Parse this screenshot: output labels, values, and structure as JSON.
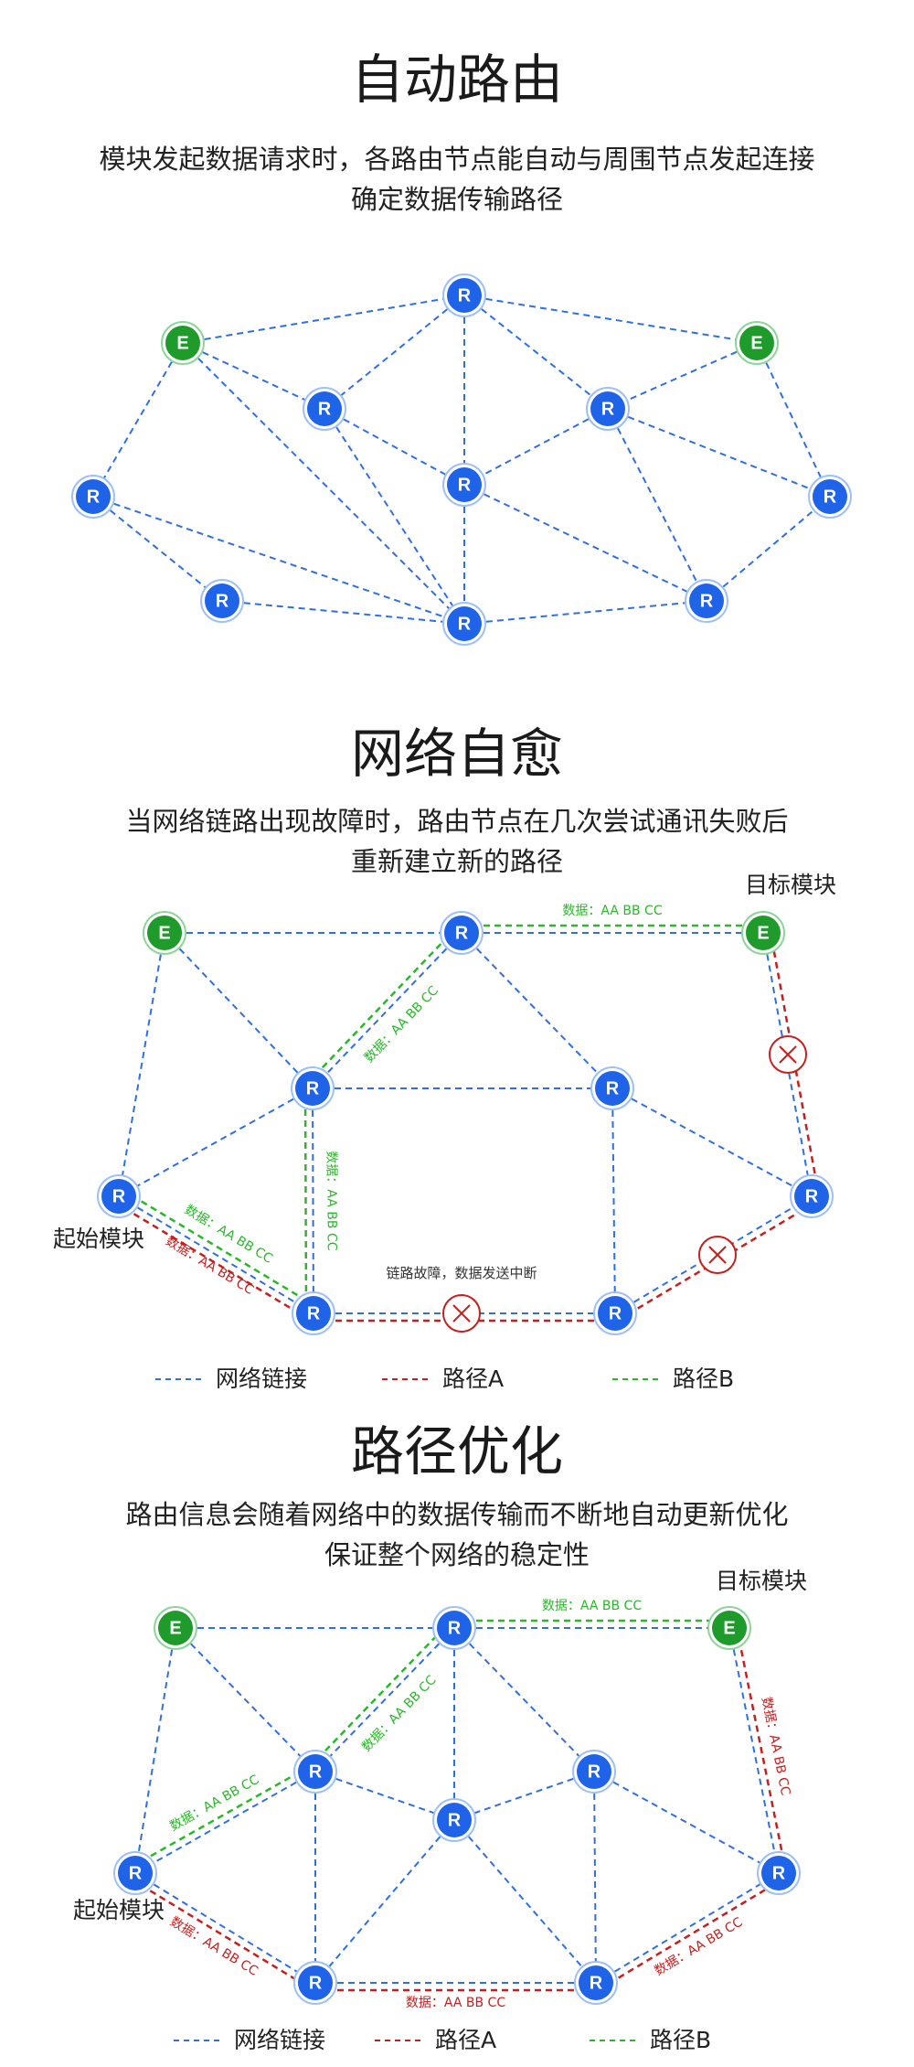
{
  "sections": [
    {
      "title": "自动路由",
      "desc_line1": "模块发起数据请求时，各路由节点能自动与周围节点发起连接",
      "desc_line2": "确定数据传输路径"
    },
    {
      "title": "网络自愈",
      "desc_line1": "当网络链路出现故障时，路由节点在几次尝试通讯失败后",
      "desc_line2": "重新建立新的路径",
      "target_label": "目标模块",
      "start_label": "起始模块",
      "fault_note": "链路故障，数据发送中断"
    },
    {
      "title": "路径优化",
      "desc_line1": "路由信息会随着网络中的数据传输而不断地自动更新优化",
      "desc_line2": "保证整个网络的稳定性",
      "target_label": "目标模块",
      "start_label": "起始模块"
    }
  ],
  "node_labels": {
    "end_device": "E",
    "router": "R"
  },
  "data_label": "数据：AA BB CC",
  "legend": [
    {
      "label": "网络链接",
      "color": "#2f6fe0"
    },
    {
      "label": "路径A",
      "color": "#c81e1e"
    },
    {
      "label": "路径B",
      "color": "#28b928"
    }
  ],
  "colors": {
    "network_link": "#2f6fe0",
    "path_a": "#c81e1e",
    "path_b": "#28b928",
    "router_node": "#1e63e8",
    "end_node": "#1f9b2c"
  }
}
